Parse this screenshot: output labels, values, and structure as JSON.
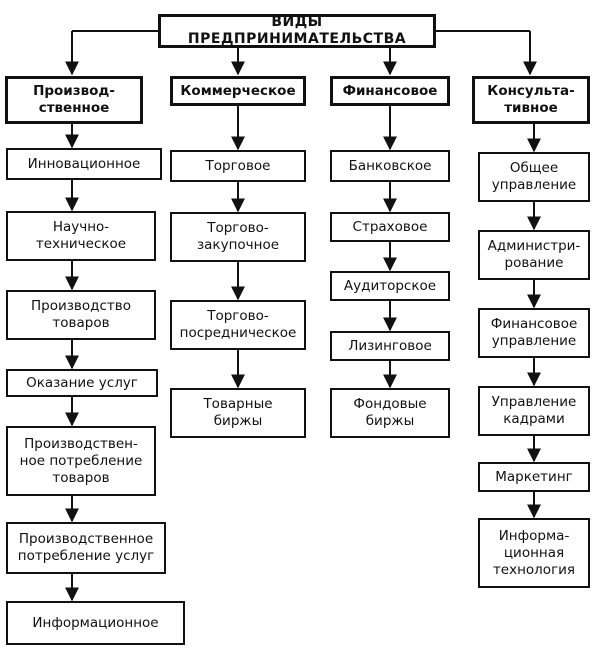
{
  "root": "ВИДЫ ПРЕДПРИНИМАТЕЛЬСТВА",
  "columns": [
    {
      "title": "Производ-\nственное",
      "items": [
        "Инновационное",
        "Научно-\nтехническое",
        "Производство\nтоваров",
        "Оказание услуг",
        "Производствен-\nное потребление\nтоваров",
        "Производственное\nпотребление услуг",
        "Информационное"
      ]
    },
    {
      "title": "Коммерческое",
      "items": [
        "Торговое",
        "Торгово-\nзакупочное",
        "Торгово-\nпосредническое",
        "Товарные\nбиржы"
      ]
    },
    {
      "title": "Финансовое",
      "items": [
        "Банковское",
        "Страховое",
        "Аудиторское",
        "Лизинговое",
        "Фондовые\nбиржы"
      ]
    },
    {
      "title": "Консульта-\nтивное",
      "items": [
        "Общее\nуправление",
        "Администри-\nрование",
        "Финансовое\nуправление",
        "Управление\nкадрами",
        "Маркетинг",
        "Информа-\nционная\nтехнология"
      ]
    }
  ]
}
